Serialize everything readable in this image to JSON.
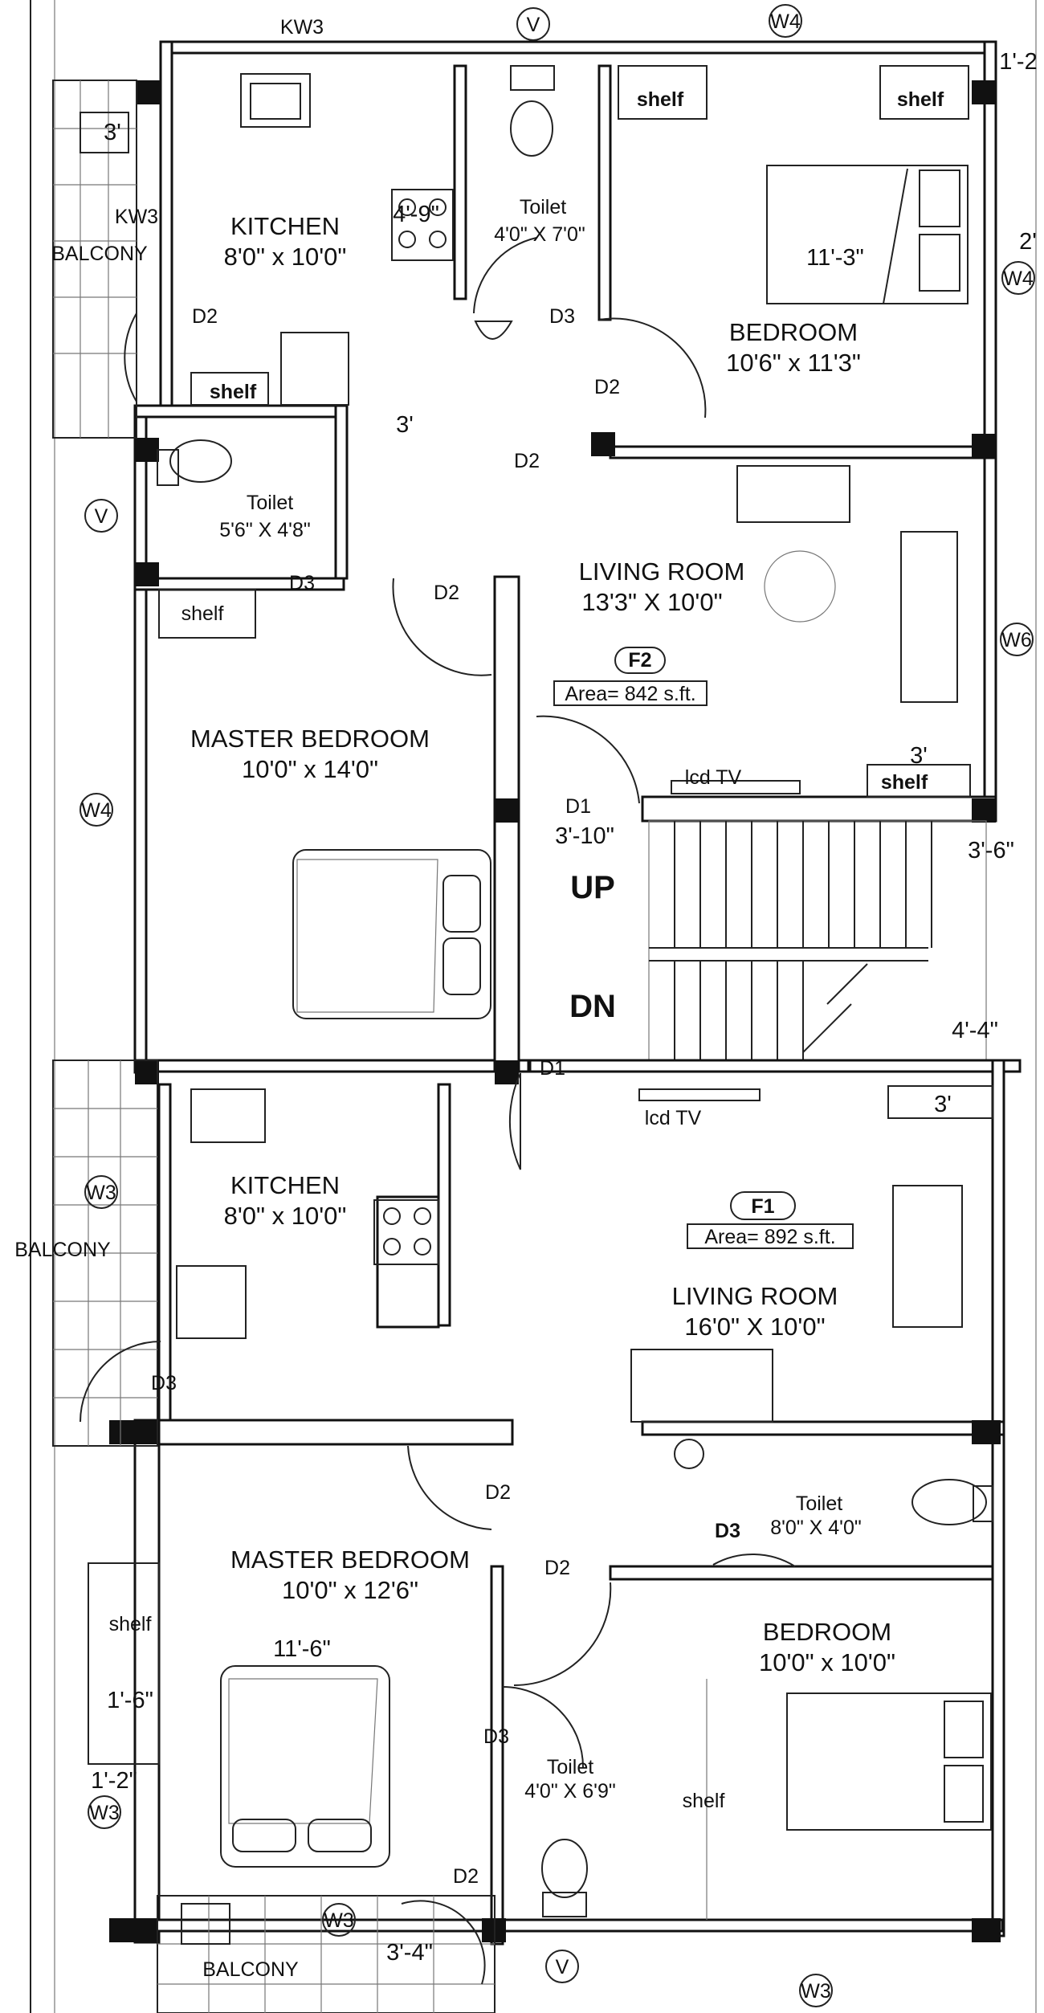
{
  "rooms": {
    "f2_kitchen": {
      "name": "KITCHEN",
      "size": "8'0\" x 10'0\""
    },
    "f2_toilet_top": {
      "name": "Toilet",
      "size": "4'0\" X 7'0\""
    },
    "f2_bedroom": {
      "name": "BEDROOM",
      "size": "10'6\" x 11'3\""
    },
    "f2_toilet_left": {
      "name": "Toilet",
      "size": "5'6\" X 4'8\""
    },
    "f2_living": {
      "name": "LIVING ROOM",
      "size": "13'3\" X 10'0\""
    },
    "f2_master": {
      "name": "MASTER  BEDROOM",
      "size": "10'0\" x 14'0\""
    },
    "f1_kitchen": {
      "name": "KITCHEN",
      "size": "8'0\" x 10'0\""
    },
    "f1_living": {
      "name": "LIVING ROOM",
      "size": "16'0\" X 10'0\""
    },
    "f1_toilet_right": {
      "name": "Toilet",
      "size": "8'0\" X 4'0\""
    },
    "f1_master": {
      "name": "MASTER  BEDROOM",
      "size": "10'0\" x 12'6\""
    },
    "f1_bedroom": {
      "name": "BEDROOM",
      "size": "10'0\" x 10'0\""
    },
    "f1_toilet_bottom": {
      "name": "Toilet",
      "size": "4'0\" X 6'9\""
    }
  },
  "flats": {
    "f2": {
      "tag": "F2",
      "area": "Area= 842  s.ft."
    },
    "f1": {
      "tag": "F1",
      "area": "Area= 892 s.ft."
    }
  },
  "balconies": {
    "top": "BALCONY",
    "middle": "BALCONY",
    "bottom": "BALCONY"
  },
  "stairs": {
    "up": "UP",
    "dn": "DN"
  },
  "doors": {
    "d1": "D1",
    "d2": "D2",
    "d3": "D3"
  },
  "windows": {
    "v": "V",
    "w3": "W3",
    "w4": "W4",
    "w6": "W6",
    "kw3": "KW3"
  },
  "fixtures": {
    "shelf": "shelf",
    "tv": "lcd TV"
  },
  "dimensions": {
    "d_1_2_top": "1'-2",
    "d_2": "2'",
    "d_3_kitchen": "3'",
    "d_3_balcony": "3'",
    "d_4_9": "4'-9\"",
    "d_11_3": "11'-3\"",
    "d_3_living": "3'",
    "d_3_10": "3'-10\"",
    "d_3_6": "3'-6\"",
    "d_4_4": "4'-4\"",
    "d_3_f1": "3'",
    "d_11_6": "11'-6\"",
    "d_1_6": "1'-6\"",
    "d_1_2_left": "1'-2\"",
    "d_3_4": "3'-4\""
  }
}
